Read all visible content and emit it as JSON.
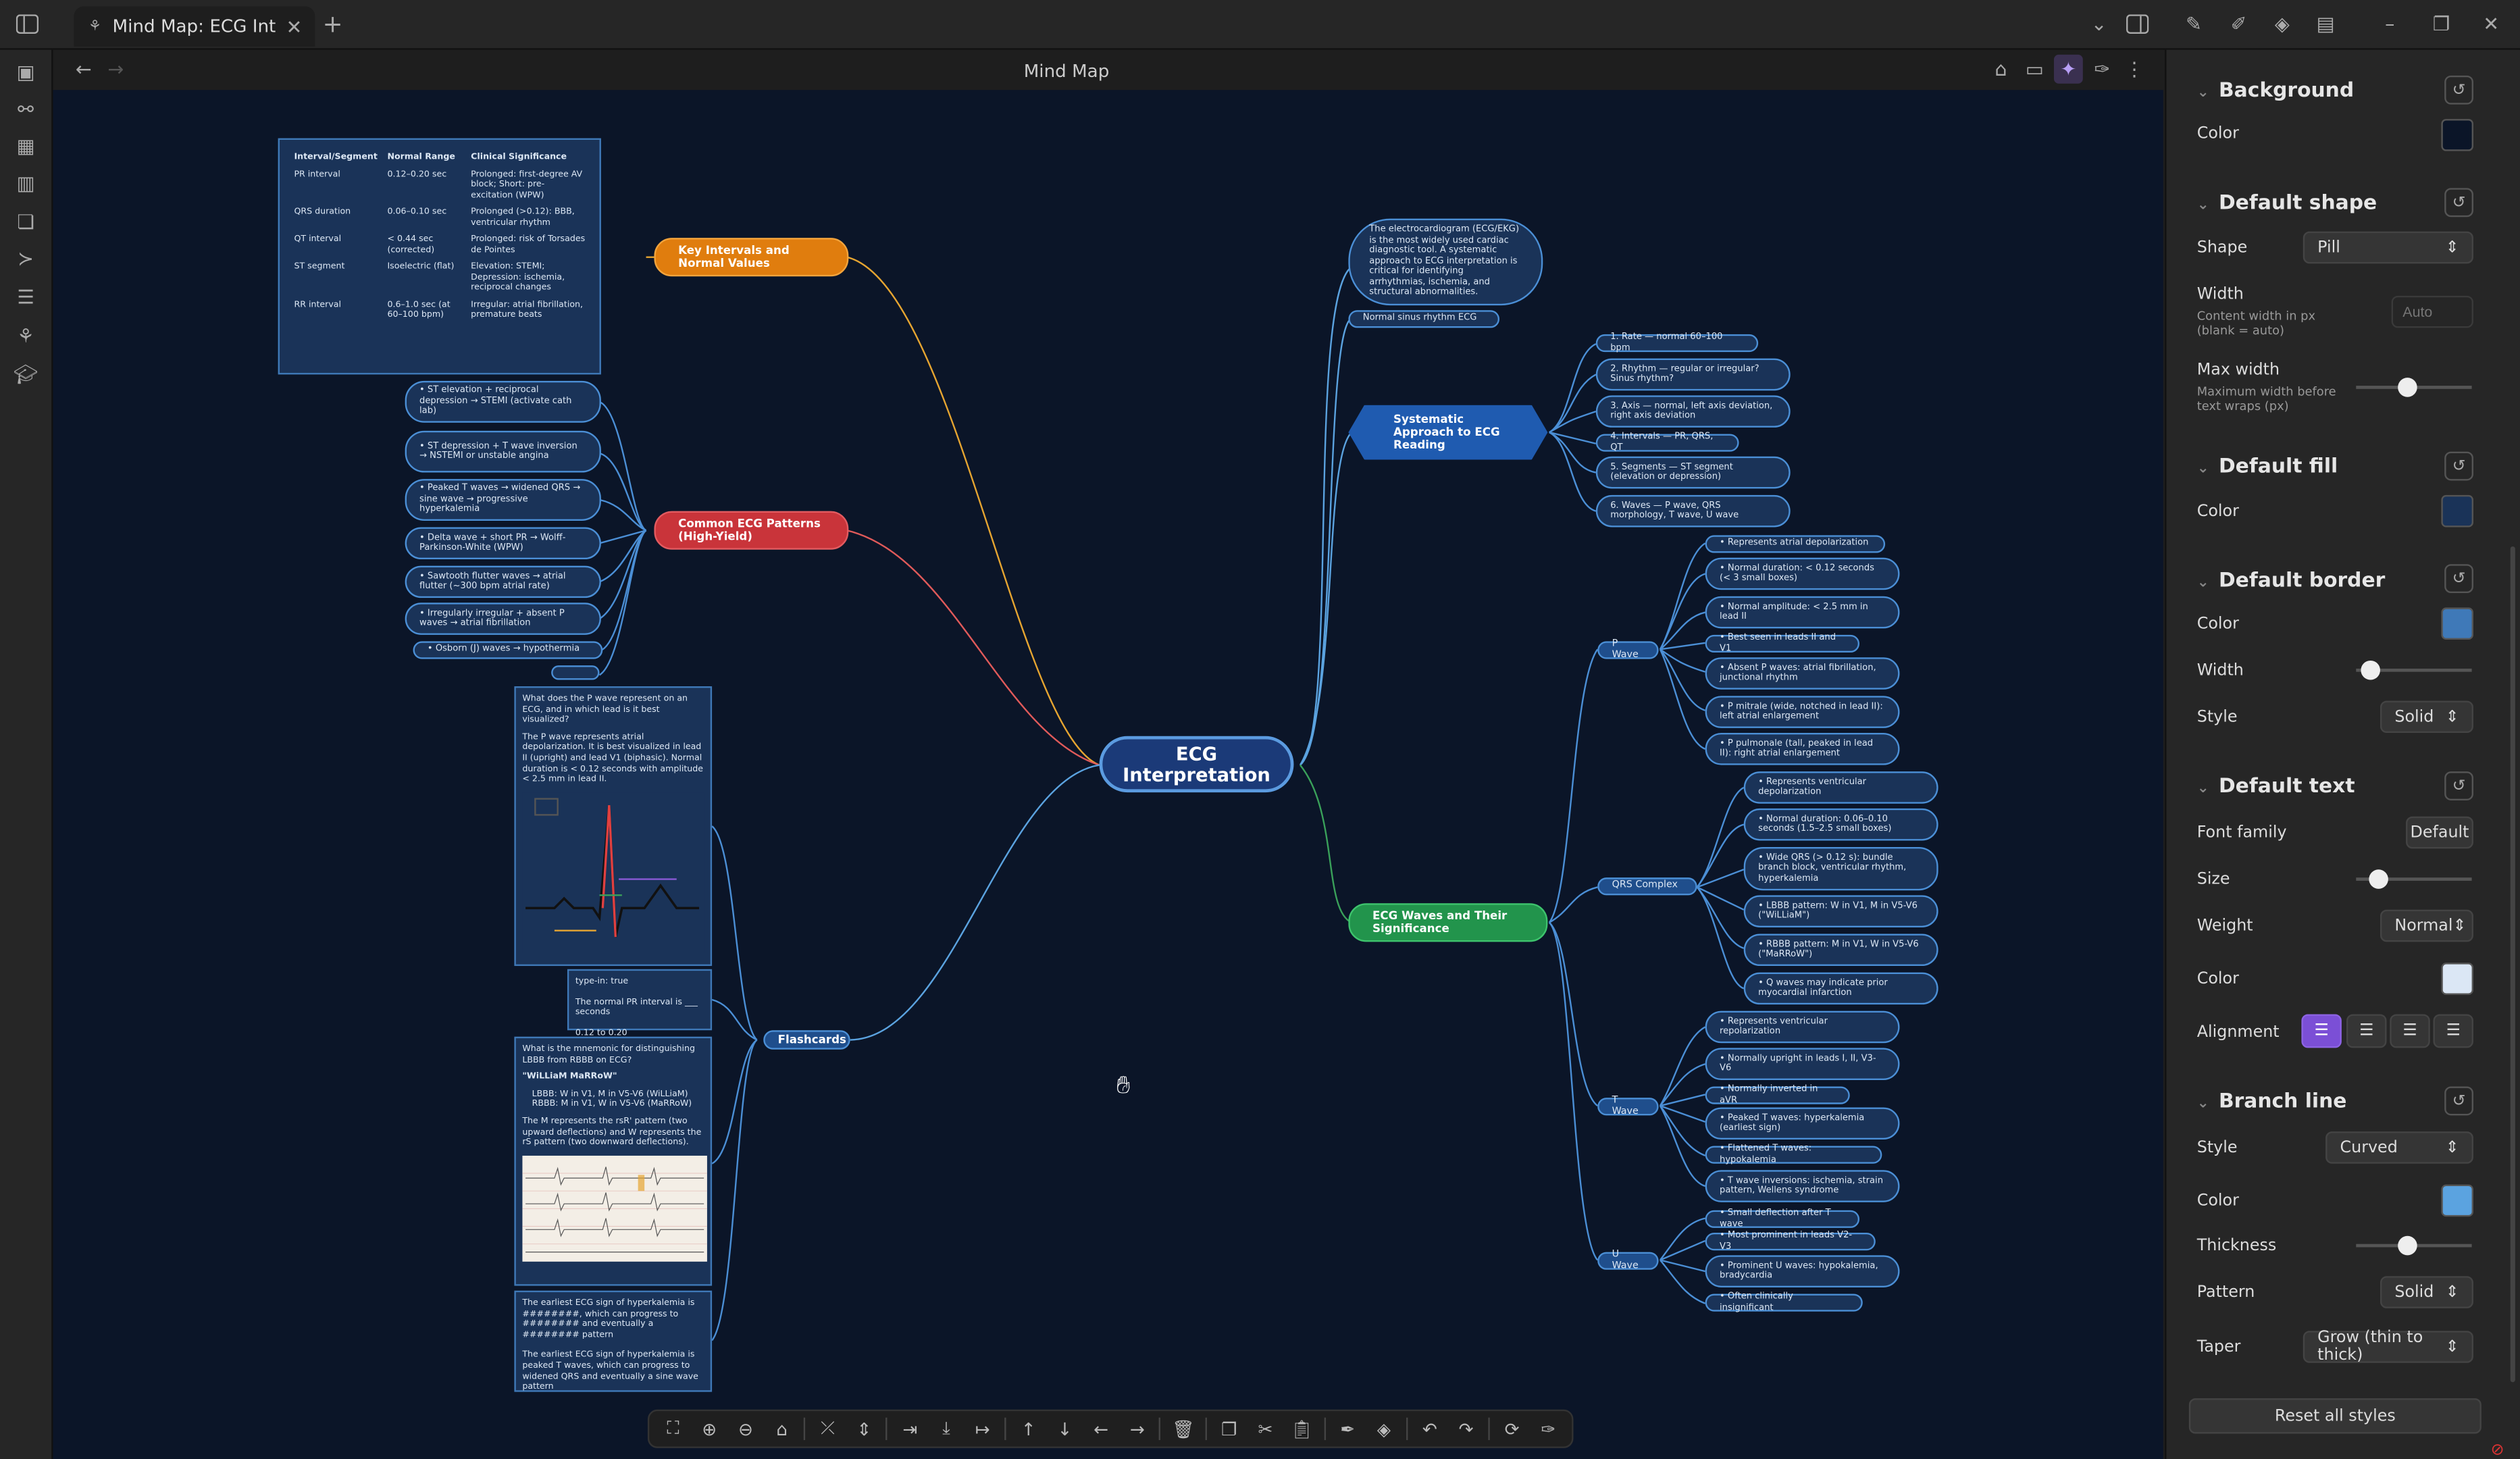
{
  "window": {
    "tab_title": "Mind Map: ECG Interpr…",
    "view_title": "Mind Map"
  },
  "mindmap": {
    "root": "ECG Interpretation",
    "branches": {
      "key_intervals": "Key Intervals and Normal Values",
      "common_patterns": "Common ECG Patterns (High-Yield)",
      "flashcards": "Flashcards",
      "systematic": "Systematic Approach to ECG Reading",
      "waves": "ECG Waves and Their Significance"
    },
    "intervals_table": {
      "headers": [
        "Interval/Segment",
        "Normal Range",
        "Clinical Significance"
      ],
      "rows": [
        [
          "PR interval",
          "0.12–0.20 sec",
          "Prolonged: first-degree AV block; Short: pre-excitation (WPW)"
        ],
        [
          "QRS duration",
          "0.06–0.10 sec",
          "Prolonged (>0.12): BBB, ventricular rhythm"
        ],
        [
          "QT interval",
          "< 0.44 sec (corrected)",
          "Prolonged: risk of Torsades de Pointes"
        ],
        [
          "ST segment",
          "Isoelectric (flat)",
          "Elevation: STEMI; Depression: ischemia, reciprocal changes"
        ],
        [
          "RR interval",
          "0.6–1.0 sec (at 60–100 bpm)",
          "Irregular: atrial fibrillation, premature beats"
        ]
      ]
    },
    "patterns": [
      "• ST elevation + reciprocal depression → STEMI (activate cath lab)",
      "• ST depression + T wave inversion → NSTEMI or unstable angina",
      "• Peaked T waves → widened QRS → sine wave → progressive hyperkalemia",
      "• Delta wave + short PR → Wolff-Parkinson-White (WPW)",
      "• Sawtooth flutter waves → atrial flutter (~300 bpm atrial rate)",
      "• Irregularly irregular + absent P waves → atrial fibrillation",
      "• Osborn (J) waves → hypothermia"
    ],
    "intro_text": "The electrocardiogram (ECG/EKG) is the most widely used cardiac diagnostic tool. A systematic approach to ECG interpretation is critical for identifying arrhythmias, ischemia, and structural abnormalities.",
    "image_caption": "Normal sinus rhythm ECG",
    "steps": [
      "1. Rate — normal 60–100 bpm",
      "2. Rhythm — regular or irregular? Sinus rhythm?",
      "3. Axis — normal, left axis deviation, right axis deviation",
      "4. Intervals — PR, QRS, QT",
      "5. Segments — ST segment (elevation or depression)",
      "6. Waves — P wave, QRS morphology, T wave, U wave"
    ],
    "p_wave": {
      "label": "P Wave",
      "items": [
        "• Represents atrial depolarization",
        "• Normal duration: < 0.12 seconds (< 3 small boxes)",
        "• Normal amplitude: < 2.5 mm in lead II",
        "• Best seen in leads II and V1",
        "• Absent P waves: atrial fibrillation, junctional rhythm",
        "• P mitrale (wide, notched in lead II): left atrial enlargement",
        "• P pulmonale (tall, peaked in lead II): right atrial enlargement"
      ]
    },
    "qrs": {
      "label": "QRS Complex",
      "items": [
        "• Represents ventricular depolarization",
        "• Normal duration: 0.06–0.10 seconds (1.5–2.5 small boxes)",
        "• Wide QRS (> 0.12 s): bundle branch block, ventricular rhythm, hyperkalemia",
        "• LBBB pattern: W in V1, M in V5-V6 (\"WiLLiaM\")",
        "• RBBB pattern: M in V1, W in V5-V6 (\"MaRRoW\")",
        "• Q waves may indicate prior myocardial infarction"
      ]
    },
    "t_wave": {
      "label": "T Wave",
      "items": [
        "• Represents ventricular repolarization",
        "• Normally upright in leads I, II, V3-V6",
        "• Normally inverted in aVR",
        "• Peaked T waves: hyperkalemia (earliest sign)",
        "• Flattened T waves: hypokalemia",
        "• T wave inversions: ischemia, strain pattern, Wellens syndrome"
      ]
    },
    "u_wave": {
      "label": "U Wave",
      "items": [
        "• Small deflection after T wave",
        "• Most prominent in leads V2-V3",
        "• Prominent U waves: hypokalemia, bradycardia",
        "• Often clinically insignificant"
      ]
    },
    "flash1": {
      "q": "What does the P wave represent on an ECG, and in which lead is it best visualized?",
      "a": "The P wave represents atrial depolarization. It is best visualized in lead II (upright) and lead V1 (biphasic). Normal duration is < 0.12 seconds with amplitude < 2.5 mm in lead II."
    },
    "flash2": {
      "l1": "type-in: true",
      "l2": "The normal PR interval is ___ seconds",
      "l3": "0.12 to 0.20"
    },
    "flash3": {
      "q": "What is the mnemonic for distinguishing LBBB from RBBB on ECG?",
      "m": "\"WiLLiaM MaRRoW\"",
      "b1": "LBBB: W in V1, M in V5-V6 (WiLLiaM)",
      "b2": "RBBB: M in V1, W in V5-V6 (MaRRoW)",
      "e": "The M represents the rsR' pattern (two upward deflections) and W represents the rS pattern (two downward deflections)."
    },
    "flash4": {
      "q": "The earliest ECG sign of hyperkalemia is ########, which can progress to ######## and eventually a ######## pattern",
      "a": "The earliest ECG sign of hyperkalemia is peaked T waves, which can progress to widened QRS and eventually a sine wave pattern"
    }
  },
  "panel": {
    "background": {
      "title": "Background",
      "color_label": "Color",
      "color": "#0b1528"
    },
    "shape": {
      "title": "Default shape",
      "shape_label": "Shape",
      "shape": "Pill",
      "width_label": "Width",
      "width_sub": "Content width in px (blank = auto)",
      "width_placeholder": "Auto",
      "maxw_label": "Max width",
      "maxw_sub": "Maximum width before text wraps (px)",
      "maxw_value": 0.45
    },
    "fill": {
      "title": "Default fill",
      "color_label": "Color",
      "color": "#1a3358"
    },
    "border": {
      "title": "Default border",
      "color_label": "Color",
      "color": "#3f79b8",
      "width_label": "Width",
      "width_value": 0.12,
      "style_label": "Style",
      "style": "Solid"
    },
    "text": {
      "title": "Default text",
      "font_label": "Font family",
      "font": "Default",
      "size_label": "Size",
      "size_value": 0.2,
      "weight_label": "Weight",
      "weight": "Normal",
      "color_label": "Color",
      "color": "#dbe7f5",
      "align_label": "Alignment"
    },
    "branch": {
      "title": "Branch line",
      "style_label": "Style",
      "style": "Curved",
      "color_label": "Color",
      "color": "#5ba3e0",
      "thickness_label": "Thickness",
      "thickness_value": 0.45,
      "pattern_label": "Pattern",
      "pattern": "Solid",
      "taper_label": "Taper",
      "taper": "Grow (thin to thick)"
    },
    "reset_all": "Reset all styles"
  }
}
